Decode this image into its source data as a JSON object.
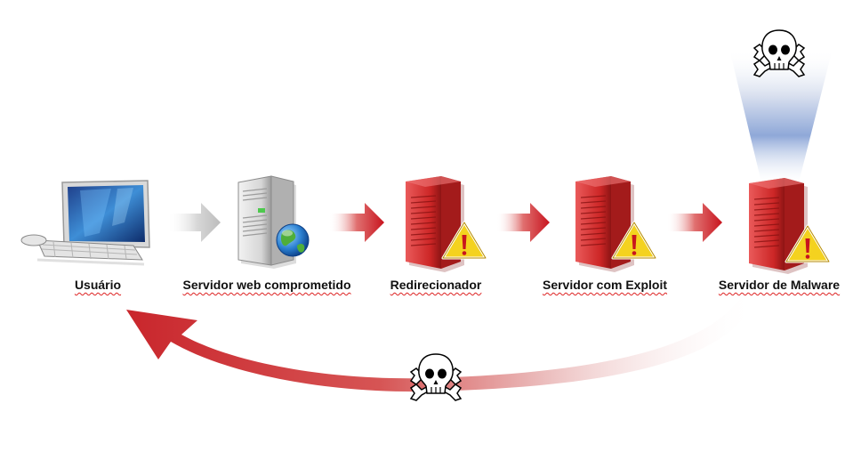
{
  "nodes": [
    {
      "id": "usuario",
      "label": "Usuário",
      "icon": "desktop-computer-icon"
    },
    {
      "id": "servidor-web",
      "label": "Servidor web comprometido",
      "icon": "web-server-globe-icon"
    },
    {
      "id": "redirecionador",
      "label": "Redirecionador",
      "icon": "red-server-warning-icon"
    },
    {
      "id": "exploit",
      "label": "Servidor com Exploit",
      "icon": "red-server-warning-icon"
    },
    {
      "id": "malware",
      "label": "Servidor de Malware",
      "icon": "red-server-warning-icon"
    }
  ],
  "colors": {
    "arrow_gray": "#c8c8c8",
    "arrow_red": "#c8141e",
    "server_red": "#d22b2b",
    "warning_yellow": "#f4d21f",
    "return_arrow": "#c9262c",
    "beam_blue": "#8fa8d8"
  },
  "icons": {
    "skull_top": "skull-crossbones-icon",
    "skull_bottom": "skull-crossbones-icon",
    "return_arrow": "curved-return-arrow"
  }
}
